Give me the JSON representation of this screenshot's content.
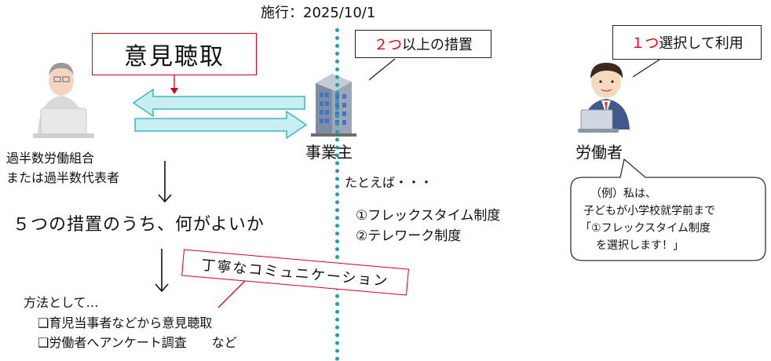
{
  "header": {
    "effective_date": "施行：2025/10/1"
  },
  "left": {
    "hearing_box": "意見聴取",
    "union_line1": "過半数労働組合",
    "union_line2": "または過半数代表者",
    "question": "５つの措置のうち、何がよいか",
    "methods_title": "方法として…",
    "methods": [
      "❑育児当事者などから意見聴取",
      "❑労働者へアンケート調査　　など"
    ],
    "communication_box": "丁寧なコミュニケーション"
  },
  "center": {
    "employer_label": "事業主",
    "measures_count": "２つ",
    "measures_rest": "以上の措置",
    "example_title": "たとえば・・・",
    "examples": [
      "①フレックスタイム制度",
      "②テレワーク制度"
    ]
  },
  "right": {
    "select_count": "１つ",
    "select_rest": "選択して利用",
    "worker_label": "労働者",
    "speech_lines": [
      "（例）私は、",
      "子どもが小学校就学前まで",
      "「①フレックスタイム制度",
      "を選択します！」"
    ]
  },
  "colors": {
    "accent_red": "#e60012",
    "arrow_fill": "#c9eef2",
    "arrow_stroke": "#3cb6c2",
    "divider": "#1aa3a9"
  }
}
